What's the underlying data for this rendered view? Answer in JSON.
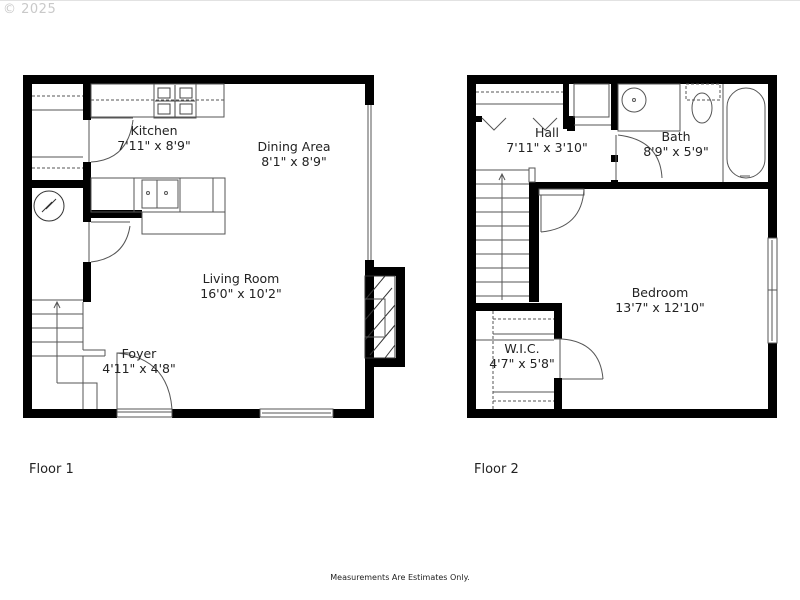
{
  "copyright": "© 2025",
  "floors": [
    {
      "label": "Floor 1",
      "rooms": [
        {
          "name": "Kitchen",
          "dims": "7'11\" x 8'9\""
        },
        {
          "name": "Dining Area",
          "dims": "8'1\" x 8'9\""
        },
        {
          "name": "Living Room",
          "dims": "16'0\" x 10'2\""
        },
        {
          "name": "Foyer",
          "dims": "4'11\" x 4'8\""
        }
      ]
    },
    {
      "label": "Floor 2",
      "rooms": [
        {
          "name": "Hall",
          "dims": "7'11\" x 3'10\""
        },
        {
          "name": "Bath",
          "dims": "8'9\" x 5'9\""
        },
        {
          "name": "Bedroom",
          "dims": "13'7\" x 12'10\""
        },
        {
          "name": "W.I.C.",
          "dims": "4'7\" x 5'8\""
        }
      ]
    }
  ],
  "footnote": "Measurements Are Estimates Only.",
  "colors": {
    "wall": "#000000",
    "line": "#555555",
    "background": "#ffffff"
  }
}
